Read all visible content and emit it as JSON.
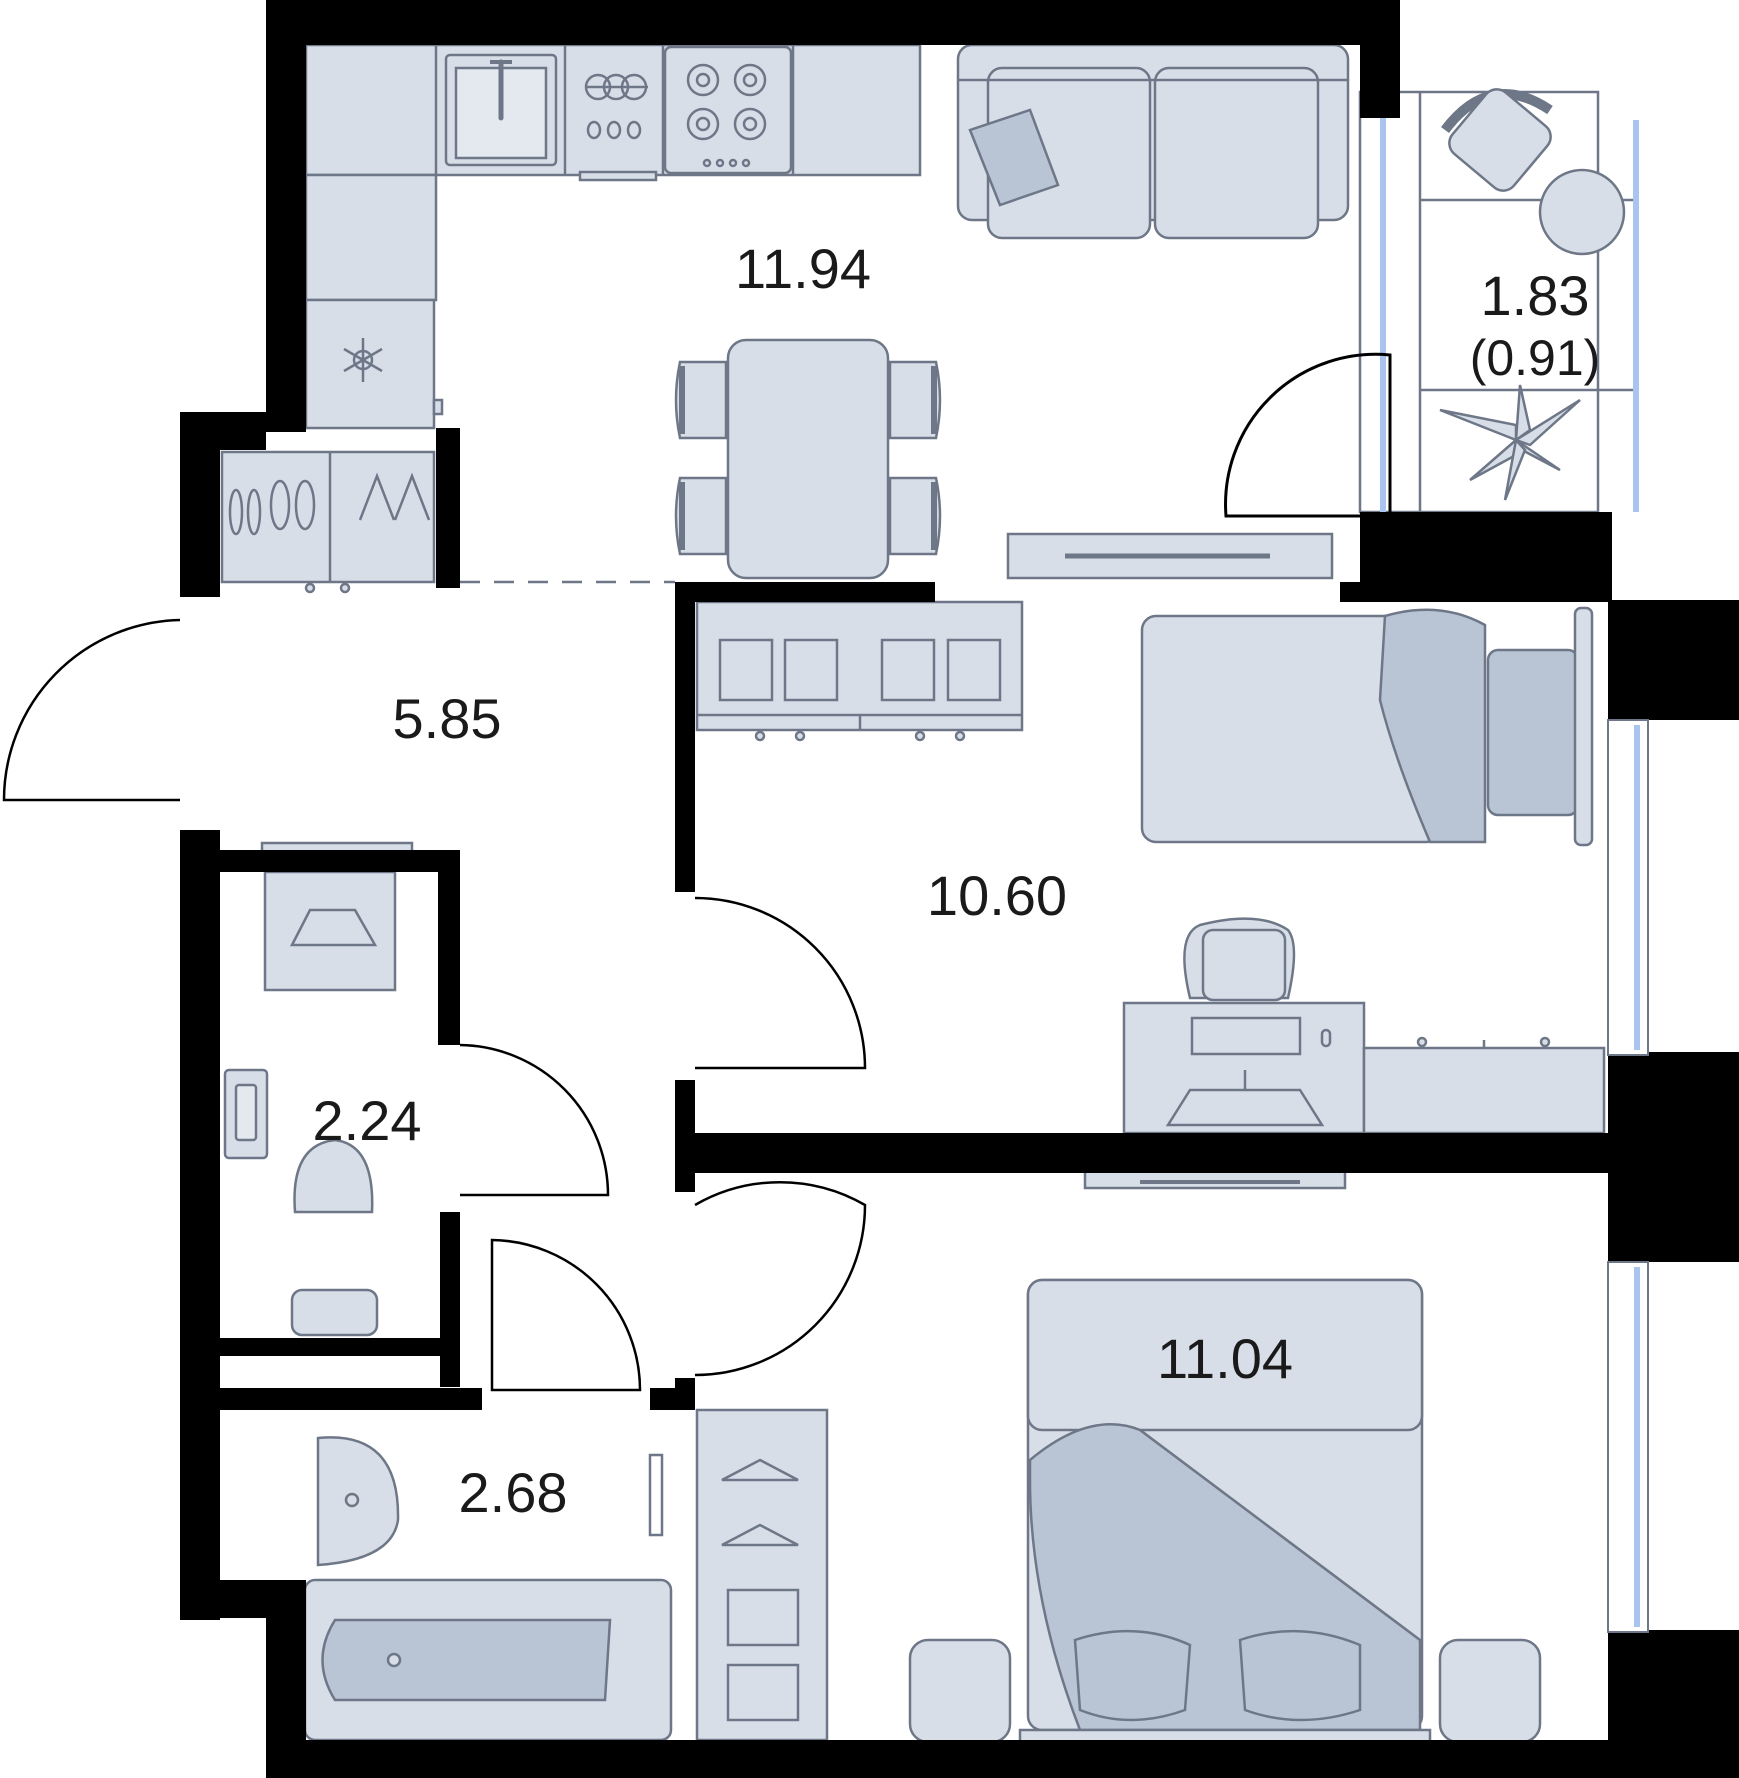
{
  "palette": {
    "wall": "#000000",
    "furniture_fill": "#d8dee8",
    "furniture_stroke": "#6e7787",
    "glass": "#a9c4ee",
    "text": "#1a1a1a"
  },
  "rooms": [
    {
      "id": "kitchen-living",
      "area": "11.94"
    },
    {
      "id": "hallway",
      "area": "5.85"
    },
    {
      "id": "bedroom-1",
      "area": "10.60"
    },
    {
      "id": "bedroom-2",
      "area": "11.04"
    },
    {
      "id": "toilet",
      "area": "2.24"
    },
    {
      "id": "bathroom",
      "area": "2.68"
    },
    {
      "id": "balcony",
      "area": "1.83",
      "area_reduced": "(0.91)"
    }
  ]
}
